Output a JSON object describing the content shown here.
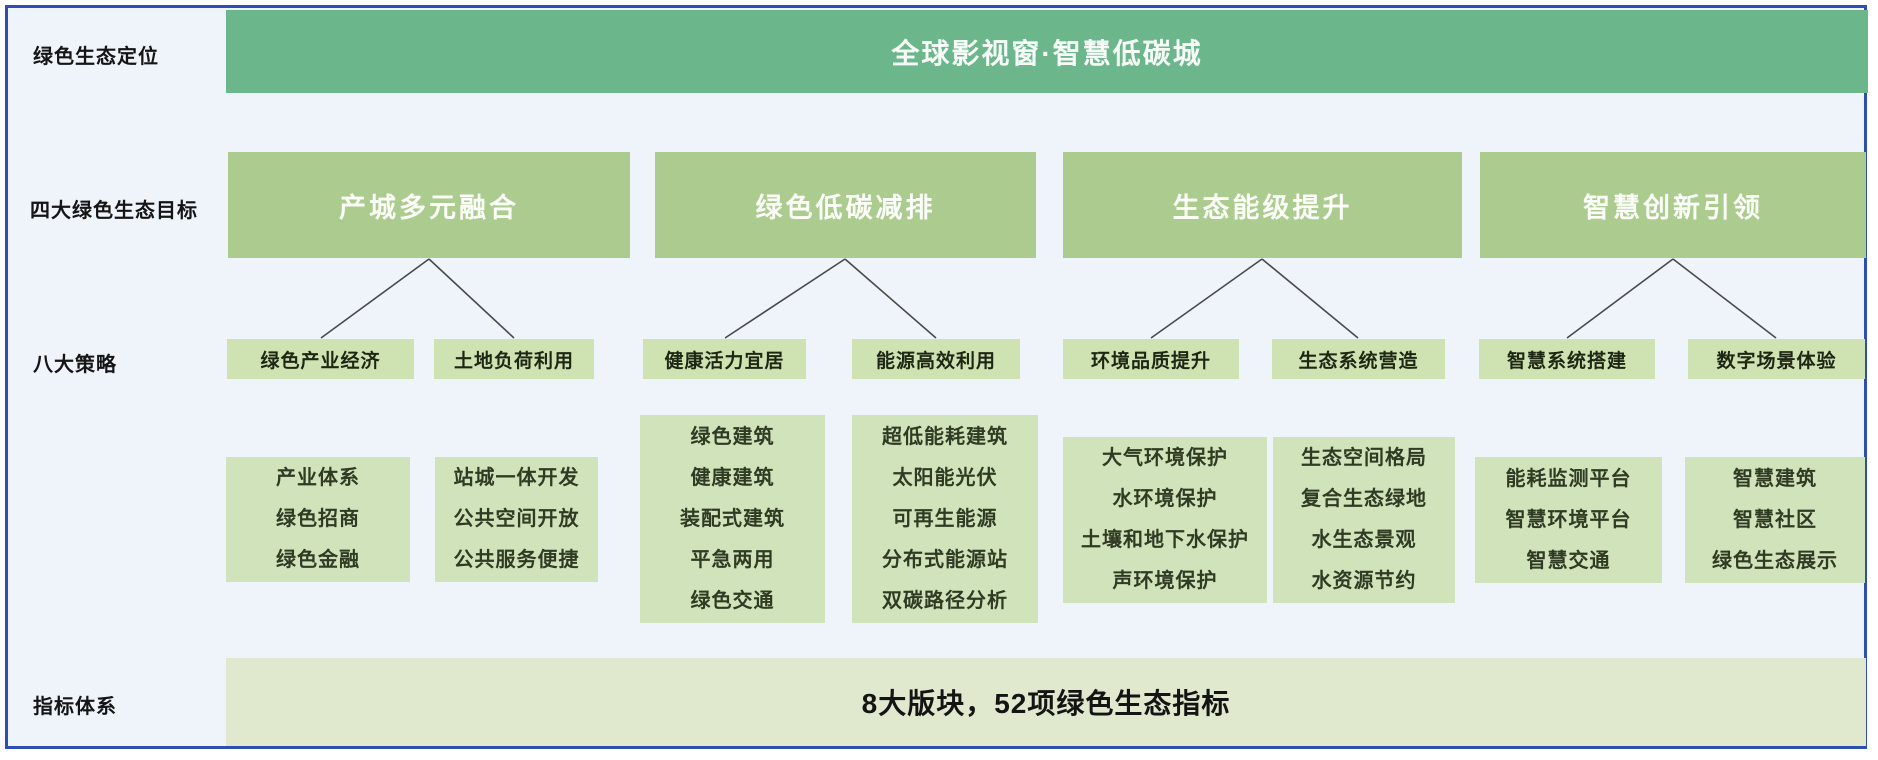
{
  "diagram": {
    "positioning": {
      "row_label": "绿色生态定位",
      "banner": "全球影视窗·智慧低碳城"
    },
    "goals": {
      "row_label": "四大绿色生态目标",
      "items": [
        "产城多元融合",
        "绿色低碳减排",
        "生态能级提升",
        "智慧创新引领"
      ]
    },
    "strategies": {
      "row_label": "八大策略",
      "items": [
        "绿色产业经济",
        "土地负荷利用",
        "健康活力宜居",
        "能源高效利用",
        "环境品质提升",
        "生态系统营造",
        "智慧系统搭建",
        "数字场景体验"
      ]
    },
    "measures": {
      "groups": [
        [
          "产业体系",
          "绿色招商",
          "绿色金融"
        ],
        [
          "站城一体开发",
          "公共空间开放",
          "公共服务便捷"
        ],
        [
          "绿色建筑",
          "健康建筑",
          "装配式建筑",
          "平急两用",
          "绿色交通"
        ],
        [
          "超低能耗建筑",
          "太阳能光伏",
          "可再生能源",
          "分布式能源站",
          "双碳路径分析"
        ],
        [
          "大气环境保护",
          "水环境保护",
          "土壤和地下水保护",
          "声环境保护"
        ],
        [
          "生态空间格局",
          "复合生态绿地",
          "水生态景观",
          "水资源节约"
        ],
        [
          "能耗监测平台",
          "智慧环境平台",
          "智慧交通"
        ],
        [
          "智慧建筑",
          "智慧社区",
          "绿色生态展示"
        ]
      ]
    },
    "indicators": {
      "row_label": "指标体系",
      "banner": "8大版块，52项绿色生态指标"
    },
    "colors": {
      "banner_green": "#6cb68c",
      "goal_green": "#accb8e",
      "strategy_green": "#cfe2b2",
      "measure_green": "#d0e3ba",
      "indicator_green": "#e0e9cd",
      "frame_blue": "#2e4fb0",
      "canvas": "#eff3fa"
    }
  }
}
